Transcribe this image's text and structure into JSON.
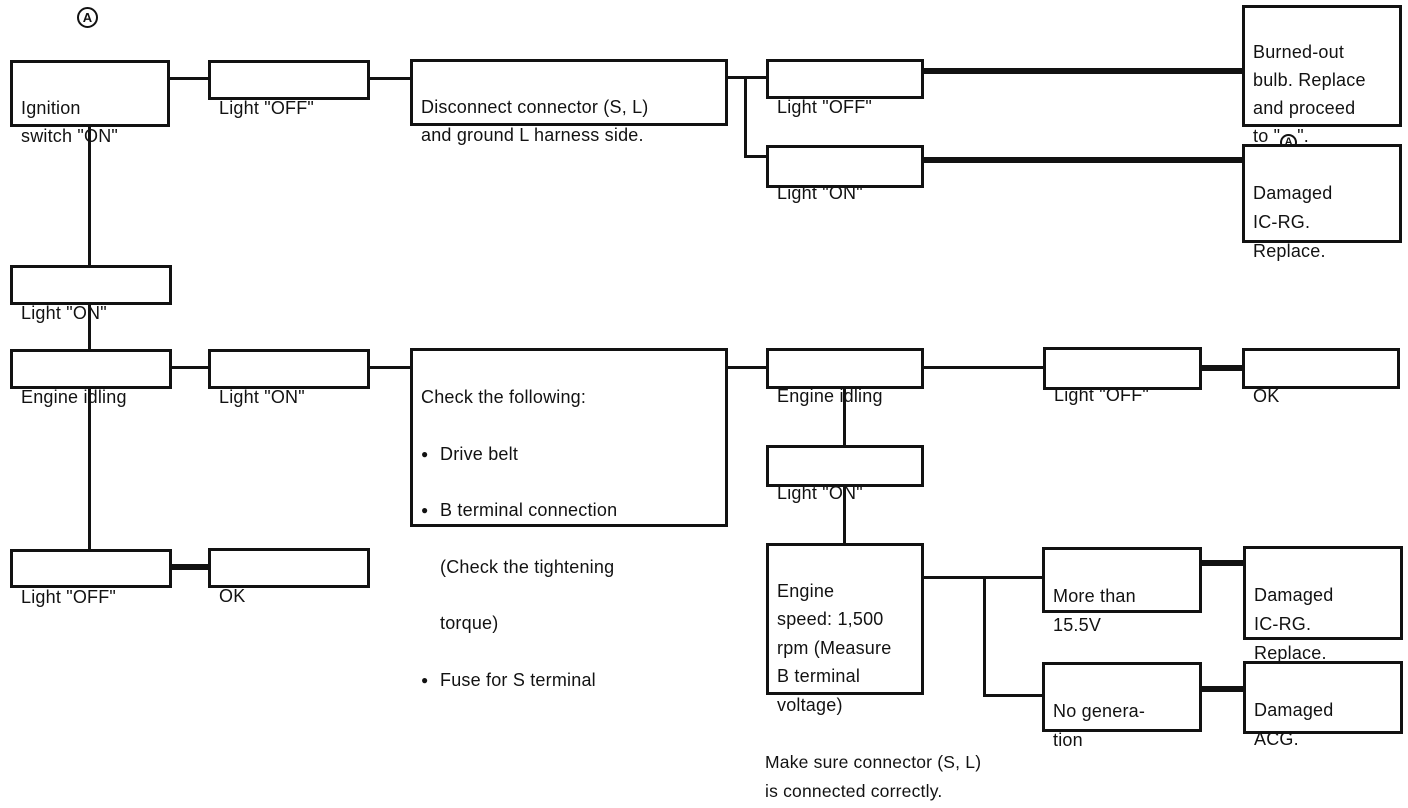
{
  "palette": {
    "ink": "#121212",
    "paper": "#ffffff"
  },
  "marker": {
    "letter": "A"
  },
  "icons": {
    "bullet": "●"
  },
  "boxes": {
    "ignition": "Ignition\nswitch \"ON\"",
    "light_off_top": "Light \"OFF\"",
    "disconnect": "Disconnect connector (S, L)\nand ground L harness side.",
    "light_off_branch": "Light \"OFF\"",
    "light_on_branch": "Light \"ON\"",
    "burned_out": {
      "before": "Burned-out\nbulb. Replace\nand proceed\nto \"",
      "letter": "A",
      "after": "\"."
    },
    "damaged_icrg_top": "Damaged\nIC-RG.\nReplace.",
    "light_on_left": "Light \"ON\"",
    "engine_idling_left": "Engine idling",
    "light_on_mid": "Light \"ON\"",
    "check": {
      "title": "Check the following:",
      "item1": "Drive belt",
      "item2": "B terminal connection",
      "item2_cont1": "(Check the tightening",
      "item2_cont2": "torque)",
      "item3": "Fuse for S terminal"
    },
    "engine_idling_right": "Engine idling",
    "light_off_right": "Light \"OFF\"",
    "ok_right": "OK",
    "light_on_right": "Light \"ON\"",
    "engine_speed": "Engine\nspeed: 1,500\nrpm (Measure\nB terminal\nvoltage)",
    "more_than": "More than\n15.5V",
    "damaged_icrg_bottom": "Damaged\nIC-RG.\nReplace.",
    "no_generation": "No genera-\ntion",
    "damaged_acg": "Damaged\nACG.",
    "light_off_bottom_left": "Light \"OFF\"",
    "ok_left": "OK"
  },
  "note": "Make sure connector (S, L)\nis connected correctly."
}
